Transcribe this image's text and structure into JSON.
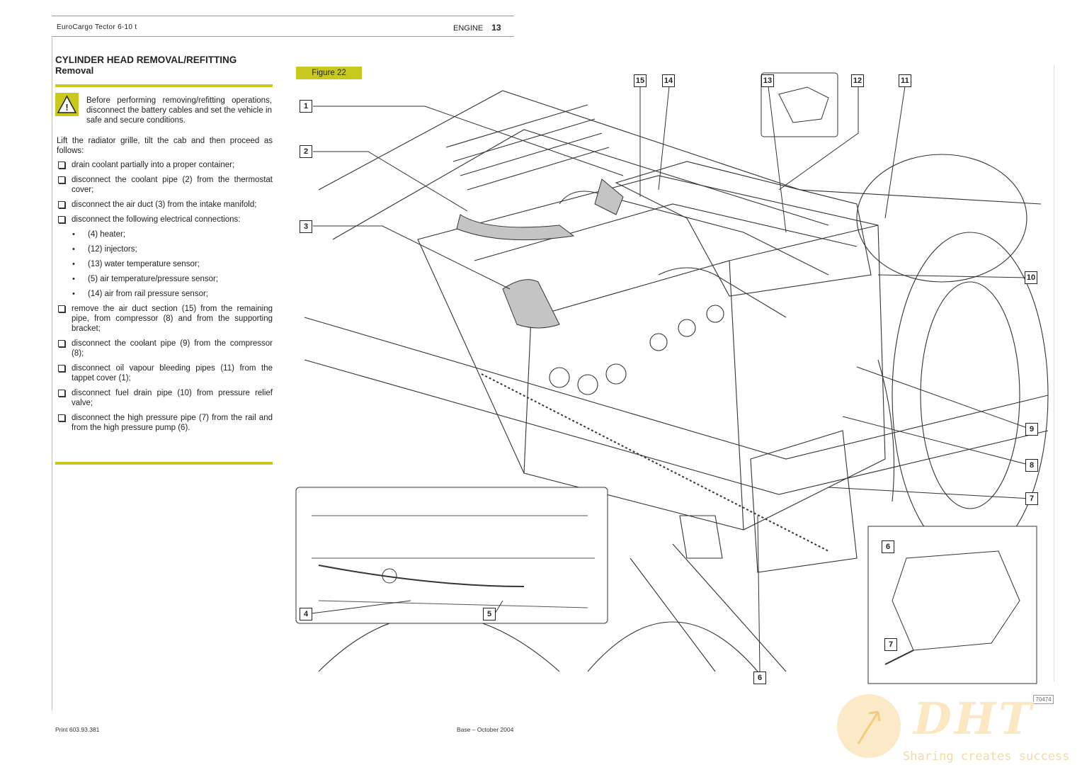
{
  "header": {
    "book": "EuroCargo Tector 6-10 t",
    "section": "ENGINE",
    "page": "13"
  },
  "section": {
    "title": "CYLINDER HEAD REMOVAL/REFITTING",
    "subtitle": "Removal"
  },
  "warning": {
    "icon": "warning-triangle-icon",
    "text": "Before performing removing/refitting operations, disconnect the battery cables and set the vehicle in safe and secure conditions."
  },
  "intro": "Lift the radiator grille, tilt the cab and then proceed as follows:",
  "steps": [
    "drain coolant partially into a proper container;",
    "disconnect the coolant pipe (2) from the thermostat cover;",
    "disconnect the air duct (3) from the intake manifold;",
    "disconnect the following electrical connections:",
    "remove the air duct section (15) from the remaining pipe, from compressor (8) and from the supporting bracket;",
    "disconnect the coolant pipe (9) from the compressor (8);",
    "disconnect oil vapour bleeding pipes (11) from the tappet cover (1);",
    "disconnect fuel drain pipe (10) from pressure relief valve;",
    "disconnect the high pressure pipe (7) from the rail and from the high pressure pump (6)."
  ],
  "connections": [
    "(4) heater;",
    "(12) injectors;",
    "(13) water temperature sensor;",
    "(5) air temperature/pressure sensor;",
    "(14) air from rail pressure sensor;"
  ],
  "figure": {
    "label": "Figure 22",
    "code": "70474",
    "callouts": {
      "c1": "1",
      "c2": "2",
      "c3": "3",
      "c4": "4",
      "c5": "5",
      "c6a": "6",
      "c6b": "6",
      "c7a": "7",
      "c7b": "7",
      "c8": "8",
      "c9": "9",
      "c10": "10",
      "c11": "11",
      "c12": "12",
      "c13": "13",
      "c14": "14",
      "c15": "15"
    }
  },
  "footer": {
    "print": "Print 603.93.381",
    "base": "Base – October 2004"
  },
  "watermark": {
    "logo": "DHT",
    "tagline": "Sharing creates success"
  },
  "colors": {
    "accent": "#c8c81e"
  }
}
